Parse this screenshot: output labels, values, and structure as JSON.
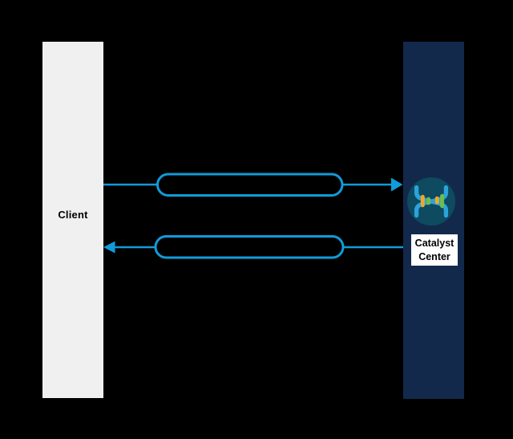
{
  "diagram": {
    "client": {
      "label": "Client"
    },
    "catalyst": {
      "label_line1": "Catalyst",
      "label_line2": "Center",
      "logo_icon": "catalyst-center-dna-icon"
    },
    "arrows": [
      {
        "name": "client-to-catalyst",
        "direction": "right",
        "label": ""
      },
      {
        "name": "catalyst-to-client",
        "direction": "left",
        "label": ""
      }
    ],
    "colors": {
      "background": "#000000",
      "accent_blue": "#119BD9",
      "navy": "#13294B",
      "client_bar": "#F0F0F0",
      "label_box_bg": "#FFFFFF",
      "label_text": "#000000",
      "logo_circle": "#0E4A60",
      "logo_strand_blue": "#2AA4DB",
      "logo_bar_orange": "#F5A623",
      "logo_bar_green": "#6CC04A"
    }
  }
}
